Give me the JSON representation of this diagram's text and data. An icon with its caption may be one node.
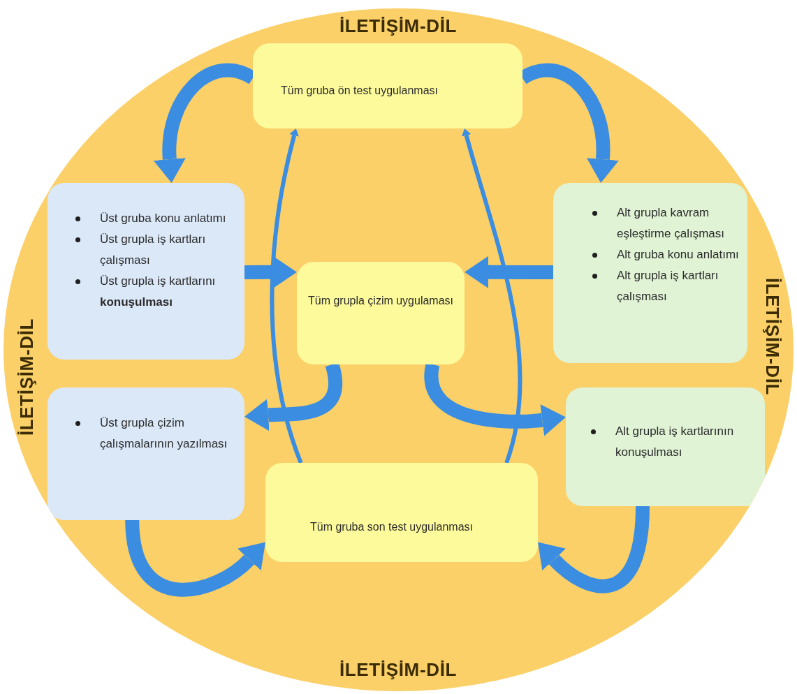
{
  "diagram": {
    "nodes": [
      {
        "text": [
          "İLETİŞİM-DİL",
          "İLETİŞİM-DİL",
          "İLETİŞİM-DİL",
          "İLETİŞİM-DİL"
        ]
      },
      {
        "text": [
          "Tüm gruba ön test uygulanması"
        ],
        "in": 0
      },
      {
        "text": [
          "Üst gruba konu anlatımı",
          "Üst grupla iş kartları çalışması",
          "Üst grupla iş kartlarını **konuşulması**"
        ],
        "in": 0
      },
      {
        "text": [
          "Tüm grupla çizim uygulaması"
        ],
        "in": 0
      },
      {
        "text": [
          "Alt grupla kavram eşleştirme çalışması",
          "Alt gruba konu anlatımı",
          "Alt grupla iş kartları çalışması"
        ],
        "in": 0
      },
      {
        "text": [
          "Üst grupla çizim çalışmalarının yazılması"
        ],
        "in": 0
      },
      {
        "text": [
          "Alt grupla iş kartlarının konuşulması"
        ],
        "in": 0
      },
      {
        "text": [
          "Tüm gruba son test uygulanması"
        ],
        "in": 0
      }
    ],
    "edges": [
      {
        "from": 1,
        "to": 2,
        "arrow": "to"
      },
      {
        "from": 1,
        "to": 4,
        "arrow": "to"
      },
      {
        "from": 2,
        "to": 3,
        "arrow": "to"
      },
      {
        "from": 4,
        "to": 3,
        "arrow": "to"
      },
      {
        "from": 3,
        "to": 5,
        "arrow": "to"
      },
      {
        "from": 3,
        "to": 6,
        "arrow": "to"
      },
      {
        "from": 7,
        "to": 1,
        "arrow": "to"
      },
      {
        "from": 7,
        "to": 1,
        "arrow": "to"
      },
      {
        "from": 5,
        "to": 7,
        "arrow": "to"
      },
      {
        "from": 6,
        "to": 7,
        "arrow": "to"
      }
    ]
  }
}
